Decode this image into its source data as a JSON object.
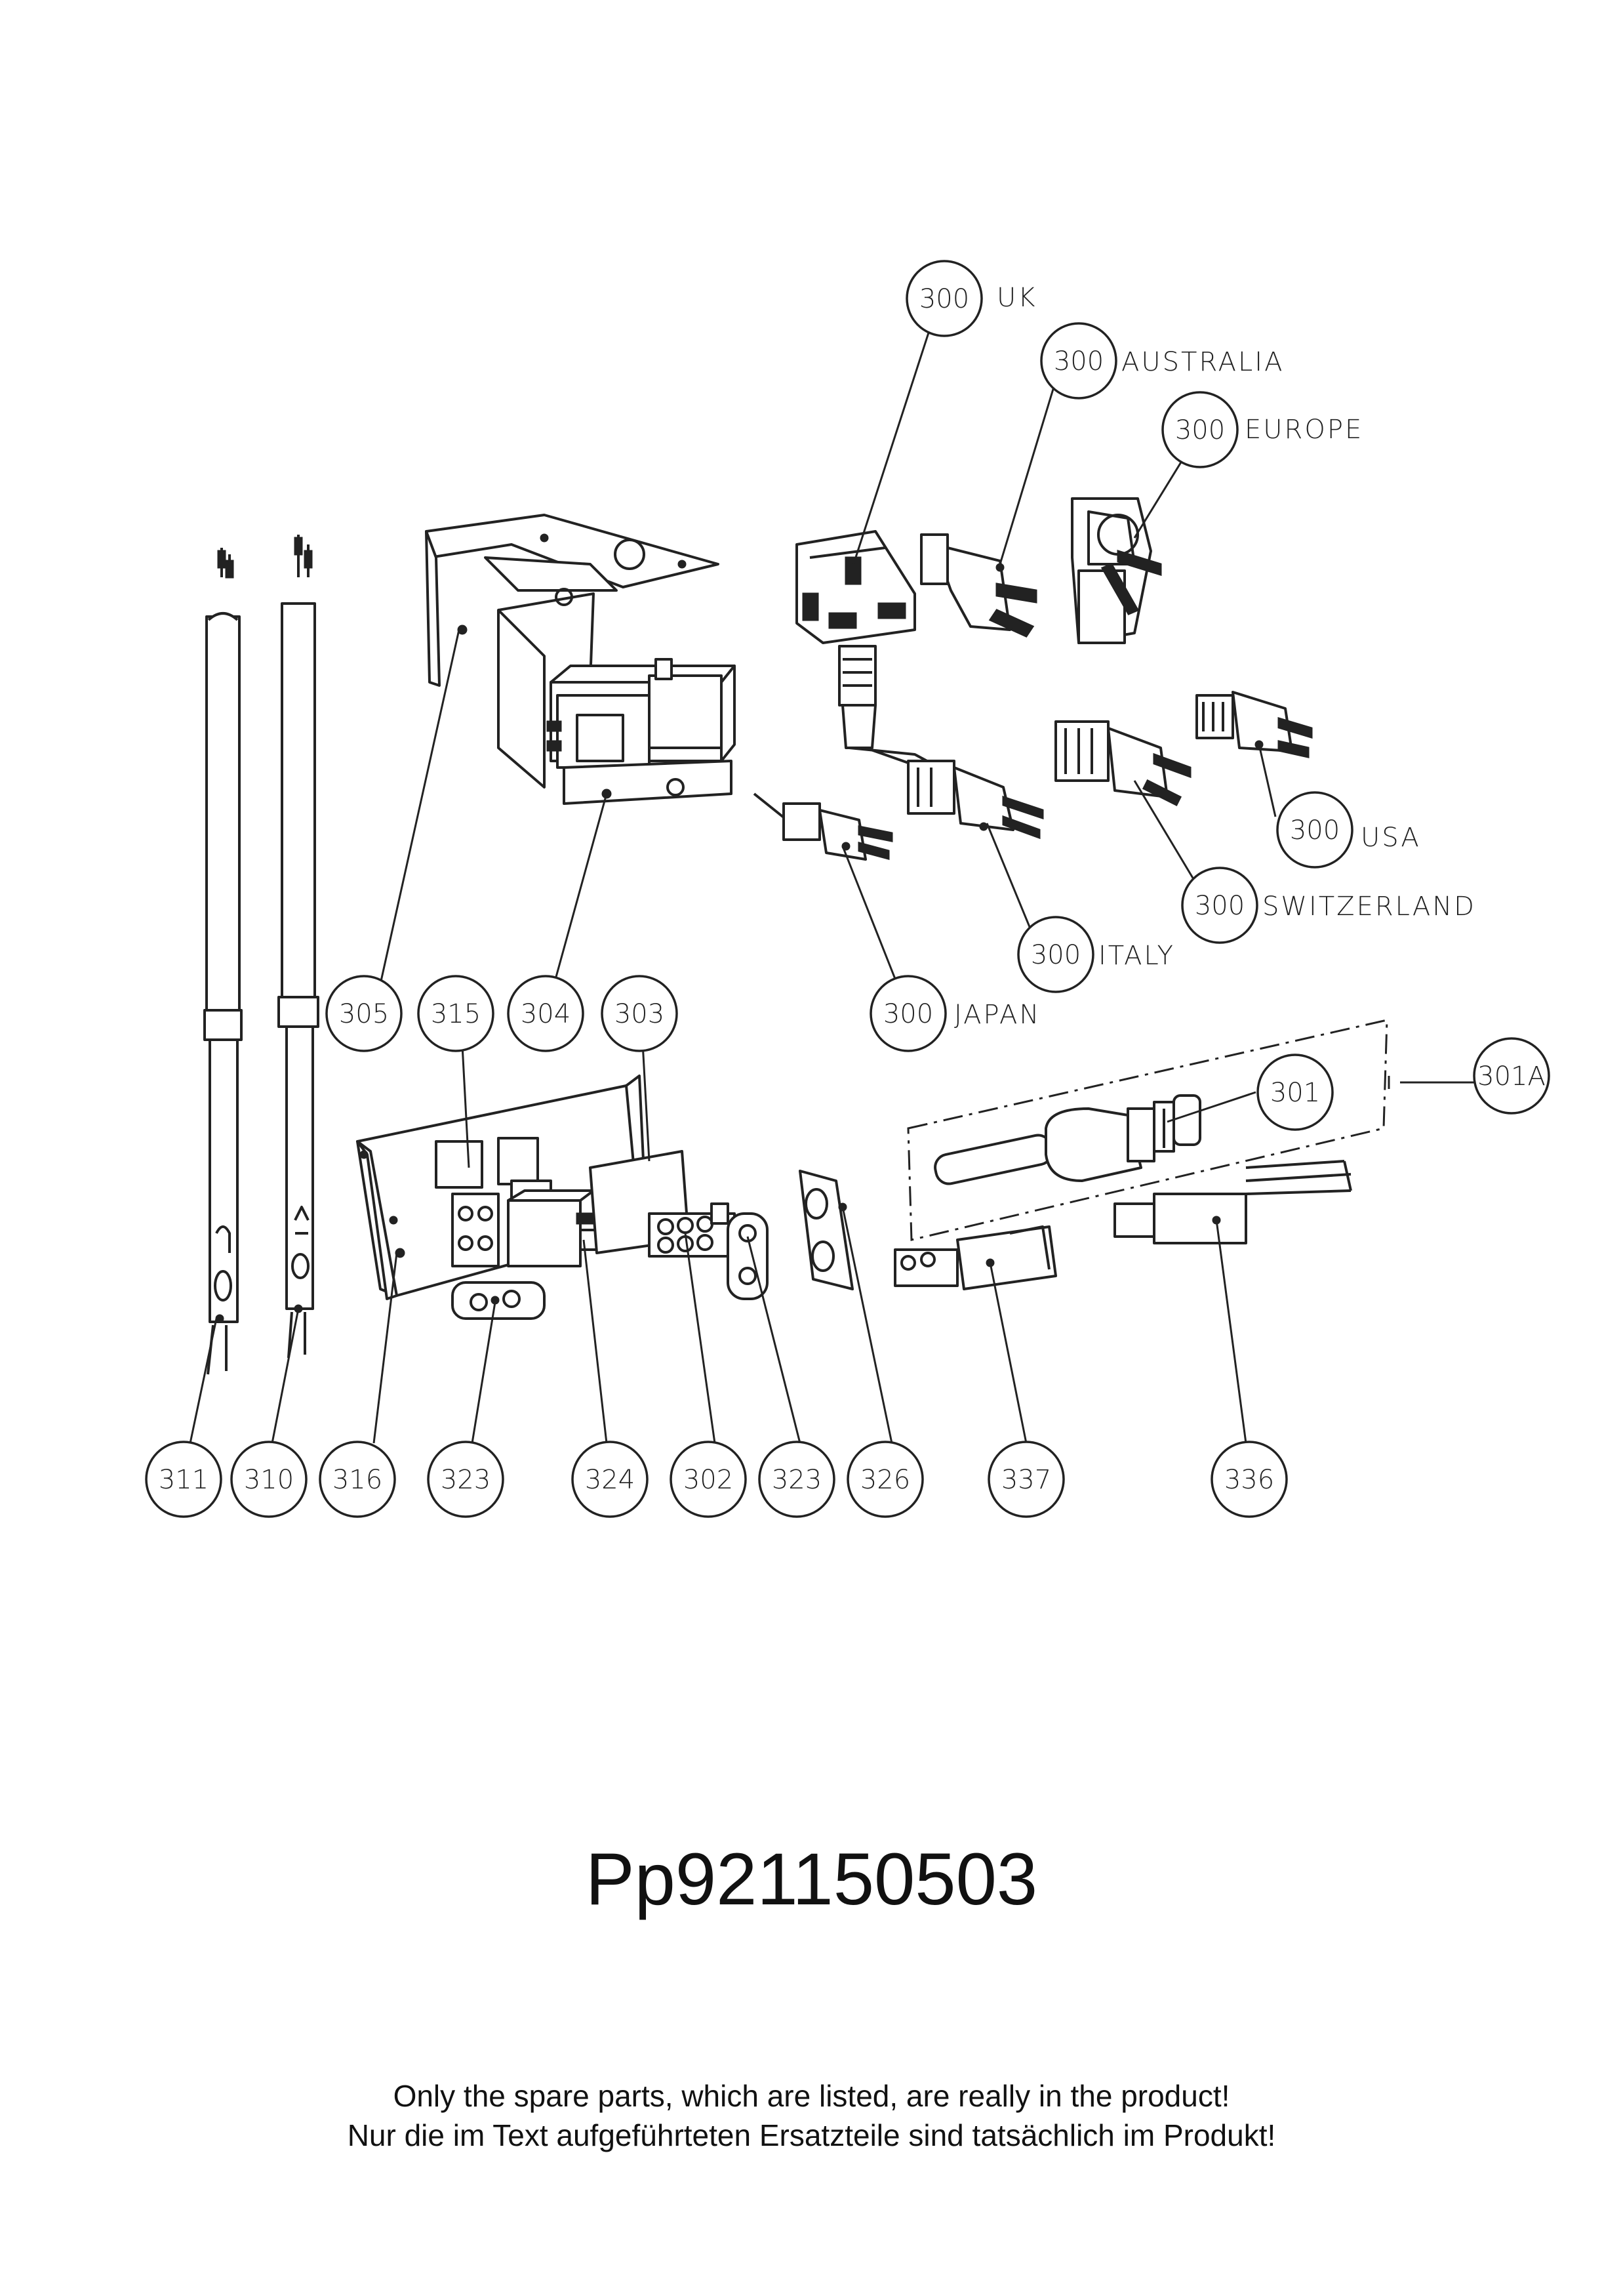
{
  "callouts": [
    {
      "number": "300",
      "label": "UK"
    },
    {
      "number": "300",
      "label": "AUSTRALIA"
    },
    {
      "number": "300",
      "label": "EUROPE"
    },
    {
      "number": "300",
      "label": "USA"
    },
    {
      "number": "300",
      "label": "SWITZERLAND"
    },
    {
      "number": "300",
      "label": "ITALY"
    },
    {
      "number": "300",
      "label": "JAPAN"
    },
    {
      "number": "305",
      "label": ""
    },
    {
      "number": "315",
      "label": ""
    },
    {
      "number": "304",
      "label": ""
    },
    {
      "number": "303",
      "label": ""
    },
    {
      "number": "301",
      "label": ""
    },
    {
      "number": "301A",
      "label": ""
    },
    {
      "number": "311",
      "label": ""
    },
    {
      "number": "310",
      "label": ""
    },
    {
      "number": "316",
      "label": ""
    },
    {
      "number": "323",
      "label": ""
    },
    {
      "number": "324",
      "label": ""
    },
    {
      "number": "302",
      "label": ""
    },
    {
      "number": "323",
      "label": ""
    },
    {
      "number": "326",
      "label": ""
    },
    {
      "number": "337",
      "label": ""
    },
    {
      "number": "336",
      "label": ""
    }
  ],
  "drawing_code": "Pp921150503",
  "notes": [
    "Only the spare parts, which are listed, are really in the product!",
    "Nur die im Text aufgeführteten Ersatzteile sind tatsächlich im Produkt!"
  ]
}
